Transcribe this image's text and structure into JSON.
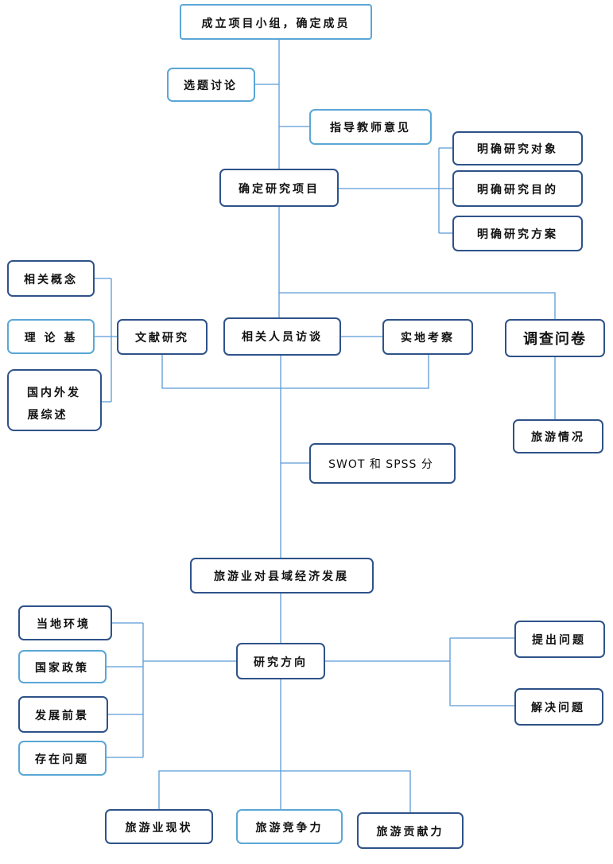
{
  "colors": {
    "dark_border": "#2f5289",
    "light_border": "#5aa7d6",
    "connector": "#5b9bd5"
  },
  "nodes": {
    "team": {
      "label": "成立项目小组，确定成员"
    },
    "topic": {
      "label": "选题讨论"
    },
    "advisor": {
      "label": "指导教师意见"
    },
    "project": {
      "label": "确定研究项目"
    },
    "object": {
      "label": "明确研究对象"
    },
    "purpose": {
      "label": "明确研究目的"
    },
    "plan": {
      "label": "明确研究方案"
    },
    "concepts": {
      "label": "相关概念"
    },
    "theory": {
      "label": "理 论 基"
    },
    "devreview": {
      "label_line1": "国内外发",
      "label_line2": "展综述"
    },
    "literature": {
      "label": "文献研究"
    },
    "interview": {
      "label": "相关人员访谈"
    },
    "fieldwork": {
      "label": "实地考察"
    },
    "survey": {
      "label": "调查问卷"
    },
    "tourism": {
      "label": "旅游情况"
    },
    "swot": {
      "label": "SWOT 和 SPSS 分"
    },
    "econ": {
      "label": "旅游业对县域经济发展"
    },
    "environment": {
      "label": "当地环境"
    },
    "policy": {
      "label": "国家政策"
    },
    "prospect": {
      "label": "发展前景"
    },
    "issues": {
      "label": "存在问题"
    },
    "direction": {
      "label": "研究方向"
    },
    "raise": {
      "label": "提出问题"
    },
    "solve": {
      "label": "解决问题"
    },
    "status": {
      "label": "旅游业现状"
    },
    "compete": {
      "label": "旅游竞争力"
    },
    "contrib": {
      "label": "旅游贡献力"
    }
  }
}
